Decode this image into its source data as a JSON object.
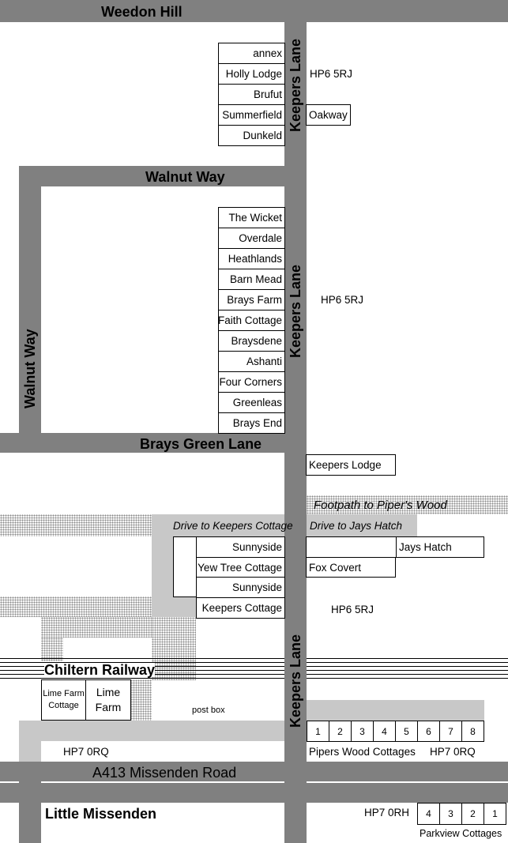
{
  "roads": {
    "weedon_hill": "Weedon Hill",
    "walnut_way_top": "Walnut Way",
    "walnut_way_side": "Walnut Way",
    "keepers_lane_1": "Keepers Lane",
    "keepers_lane_2": "Keepers Lane",
    "keepers_lane_3": "Keepers Lane",
    "brays_green_lane": "Brays Green Lane",
    "a413": "A413 Missenden Road",
    "chiltern_railway": "Chiltern Railway",
    "footpath": "Footpath to Piper's Wood",
    "drive_keepers_cottage": "Drive to Keepers Cottage",
    "drive_jays_hatch": "Drive to Jays Hatch"
  },
  "places": {
    "little_missenden": "Little Missenden",
    "post_box": "post box"
  },
  "postcodes": {
    "top": "HP6 5RJ",
    "middle": "HP6 5RJ",
    "lower": "HP6 5RJ",
    "west_bottom": "HP7 0RQ",
    "east_bottom": "HP7 0RQ",
    "parkview": "HP7 0RH"
  },
  "houses_top_west": [
    "annex",
    "Holly Lodge",
    "Brufut",
    "Summerfield",
    "Dunkeld"
  ],
  "houses_top_east": [
    "Oakway"
  ],
  "houses_middle_west": [
    "The Wicket",
    "Overdale",
    "Heathlands",
    "Barn Mead",
    "Brays Farm",
    "Faith Cottage",
    "Braysdene",
    "Ashanti",
    "Four Corners",
    "Greenleas",
    "Brays End"
  ],
  "houses_lower_east": [
    "Keepers Lodge",
    "Jays Hatch",
    "Fox Covert"
  ],
  "houses_lower_west": [
    "Sunnyside",
    "Yew Tree Cottage",
    "Sunnyside",
    "Keepers Cottage"
  ],
  "lime_farm_cottage": "Lime Farm Cottage",
  "lime_farm": "Lime Farm",
  "pipers_wood_cottages": {
    "label": "Pipers Wood Cottages",
    "numbers": [
      "1",
      "2",
      "3",
      "4",
      "5",
      "6",
      "7",
      "8"
    ]
  },
  "parkview_cottages": {
    "label": "Parkview Cottages",
    "numbers": [
      "4",
      "3",
      "2",
      "1"
    ]
  }
}
